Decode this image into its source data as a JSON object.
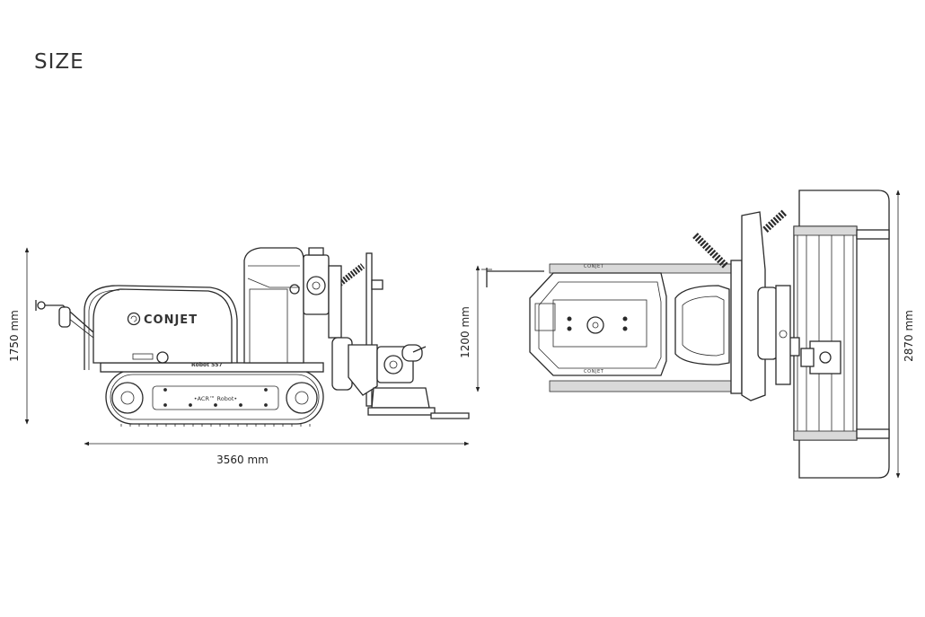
{
  "page": {
    "title": "SIZE"
  },
  "side_view": {
    "brand_label": "CONJET",
    "model_label": "Robot 557",
    "track_label": "•ACR™ Robot•",
    "height_dimension": "1750 mm",
    "length_dimension": "3560 mm"
  },
  "top_view": {
    "width_dimension": "1200 mm"
  },
  "rear_view": {
    "height_dimension": "2870 mm"
  }
}
